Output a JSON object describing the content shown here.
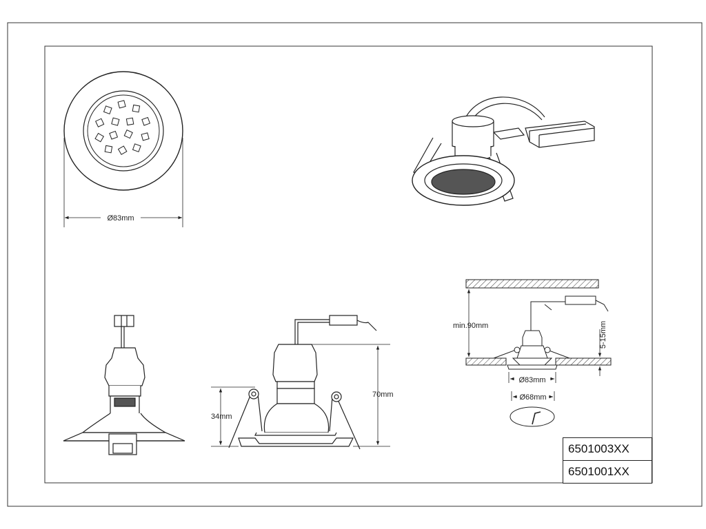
{
  "dimensions": {
    "front_diameter": "Ø83mm",
    "height_total": "70mm",
    "height_body": "34mm",
    "ceiling_clearance": "min.90mm",
    "ceiling_thickness": "5-15mm",
    "install_diameter": "Ø83mm",
    "cutout_diameter": "Ø68mm"
  },
  "product_codes": [
    "6501003XX",
    "6501001XX"
  ],
  "colors": {
    "line": "#222222",
    "fill_dark": "#555555",
    "hatch": "#333333"
  }
}
